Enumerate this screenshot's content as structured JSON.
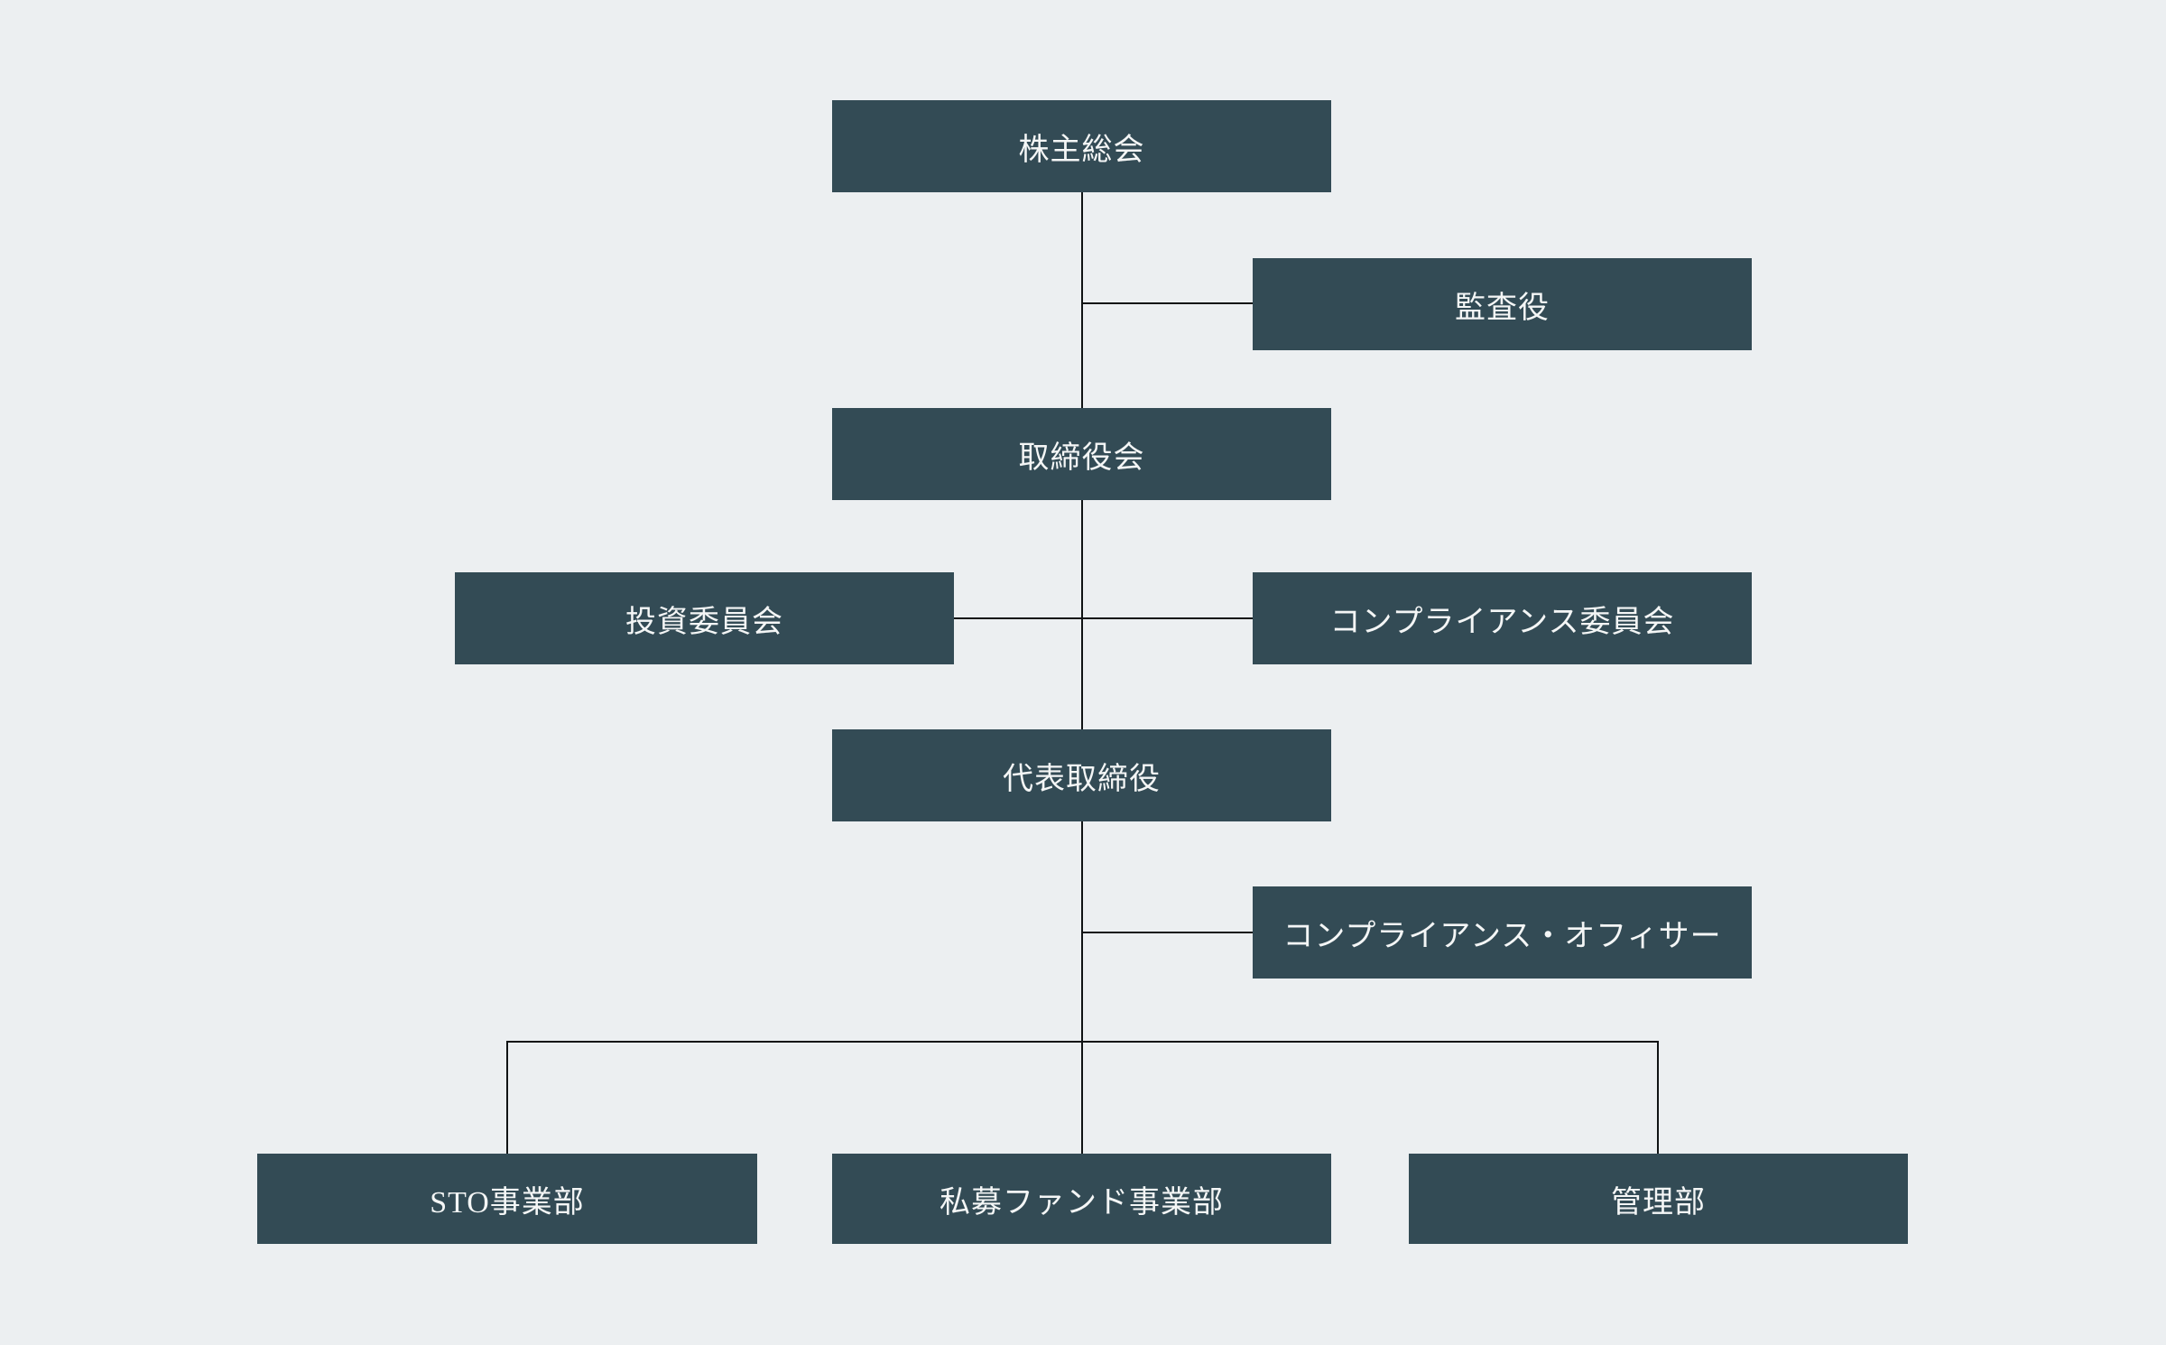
{
  "colors": {
    "background": "#ECEFF1",
    "node_fill": "#334B55",
    "node_text": "#F4F6F6",
    "connector": "#101314"
  },
  "nodes": {
    "shareholders_meeting": {
      "label": "株主総会"
    },
    "auditor": {
      "label": "監査役"
    },
    "board_of_directors": {
      "label": "取締役会"
    },
    "investment_committee": {
      "label": "投資委員会"
    },
    "compliance_committee": {
      "label": "コンプライアンス委員会"
    },
    "representative_director": {
      "label": "代表取締役"
    },
    "compliance_officer": {
      "label": "コンプライアンス・オフィサー"
    },
    "sto_division": {
      "label": "STO事業部"
    },
    "private_fund_division": {
      "label": "私募ファンド事業部"
    },
    "admin_division": {
      "label": "管理部"
    }
  }
}
